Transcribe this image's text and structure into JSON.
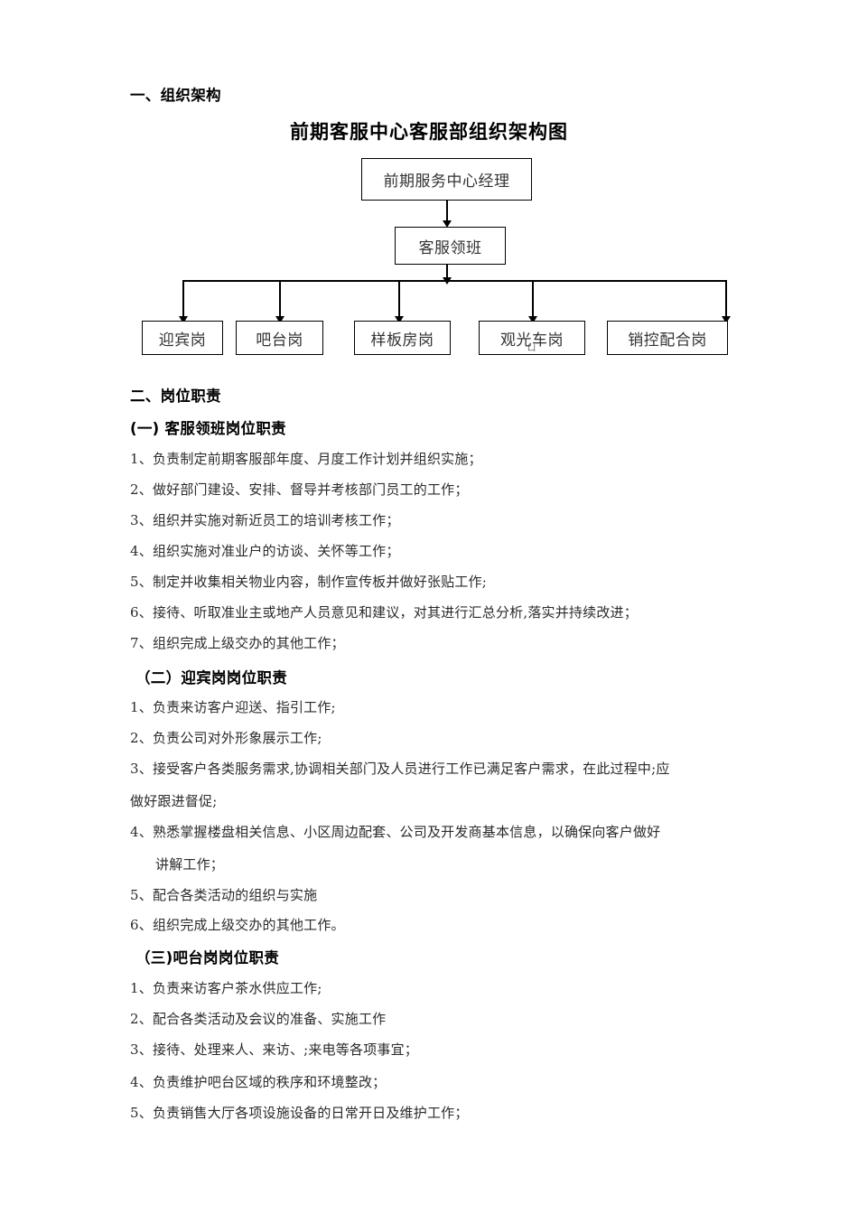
{
  "document": {
    "section1_heading": "一、组织架构",
    "chart_title": "前期客服中心客服部组织架构图",
    "section2_heading": "二、岗位职责"
  },
  "orgchart": {
    "type": "hierarchy",
    "root": {
      "label": "前期服务中心经理"
    },
    "level2": {
      "label": "客服领班"
    },
    "leaves": [
      {
        "label": "迎宾岗"
      },
      {
        "label": "吧台岗"
      },
      {
        "label": "样板房岗"
      },
      {
        "label": "观光车岗"
      },
      {
        "label": "销控配合岗"
      }
    ],
    "stray_glyph": "凵"
  },
  "duties": [
    {
      "heading": "(一) 客服领班岗位职责",
      "items": [
        "1、负责制定前期客服部年度、月度工作计划并组织实施；",
        "2、做好部门建设、安排、督导并考核部门员工的工作；",
        "3、组织并实施对新近员工的培训考核工作；",
        "4、组织实施对准业户的访谈、关怀等工作；",
        "5、制定并收集相关物业内容，制作宣传板并做好张贴工作;",
        "6、接待、听取准业主或地产人员意见和建议，对其进行汇总分析,落实并持续改进；",
        "7、组织完成上级交办的其他工作；"
      ]
    },
    {
      "heading": "（二）迎宾岗岗位职责",
      "items": [
        "1、负责来访客户迎送、指引工作;",
        "2、负责公司对外形象展示工作;",
        "3、接受客户各类服务需求,协调相关部门及人员进行工作已满足客户需求，在此过程中;应",
        "做好跟进督促;",
        "4、熟悉掌握楼盘相关信息、小区周边配套、公司及开发商基本信息，以确保向客户做好",
        "讲解工作；",
        "5、配合各类活动的组织与实施",
        "6、组织完成上级交办的其他工作。"
      ]
    },
    {
      "heading": "（三)吧台岗岗位职责",
      "items": [
        "1、负责来访客户茶水供应工作;",
        "2、配合各类活动及会议的准备、实施工作",
        "3、接待、处理来人、来访、;来电等各项事宜；",
        "4、负责维护吧台区域的秩序和环境整改；",
        "5、负责销售大厅各项设施设备的日常开日及维护工作；"
      ]
    }
  ]
}
